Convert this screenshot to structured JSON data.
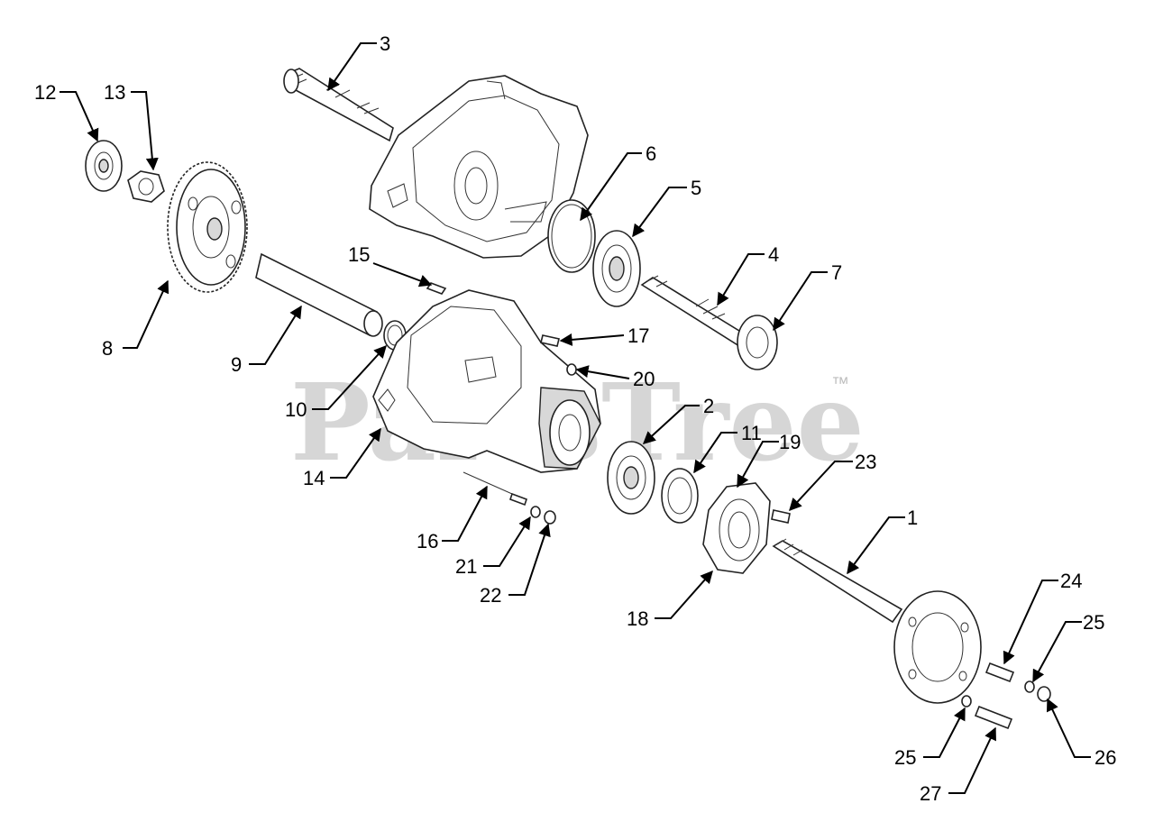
{
  "watermark": {
    "text": "PartsTree",
    "mark": "™"
  },
  "callouts": [
    {
      "id": "c3",
      "label": "3"
    },
    {
      "id": "c12",
      "label": "12"
    },
    {
      "id": "c13",
      "label": "13"
    },
    {
      "id": "c6",
      "label": "6"
    },
    {
      "id": "c5",
      "label": "5"
    },
    {
      "id": "c15",
      "label": "15"
    },
    {
      "id": "c4",
      "label": "4"
    },
    {
      "id": "c7",
      "label": "7"
    },
    {
      "id": "c8",
      "label": "8"
    },
    {
      "id": "c9",
      "label": "9"
    },
    {
      "id": "c17",
      "label": "17"
    },
    {
      "id": "c20",
      "label": "20"
    },
    {
      "id": "c10",
      "label": "10"
    },
    {
      "id": "c2",
      "label": "2"
    },
    {
      "id": "c11",
      "label": "11"
    },
    {
      "id": "c19",
      "label": "19"
    },
    {
      "id": "c23",
      "label": "23"
    },
    {
      "id": "c14",
      "label": "14"
    },
    {
      "id": "c1",
      "label": "1"
    },
    {
      "id": "c16",
      "label": "16"
    },
    {
      "id": "c21",
      "label": "21"
    },
    {
      "id": "c22",
      "label": "22"
    },
    {
      "id": "c24",
      "label": "24"
    },
    {
      "id": "c18",
      "label": "18"
    },
    {
      "id": "c25a",
      "label": "25"
    },
    {
      "id": "c25b",
      "label": "25"
    },
    {
      "id": "c26",
      "label": "26"
    },
    {
      "id": "c27",
      "label": "27"
    }
  ]
}
